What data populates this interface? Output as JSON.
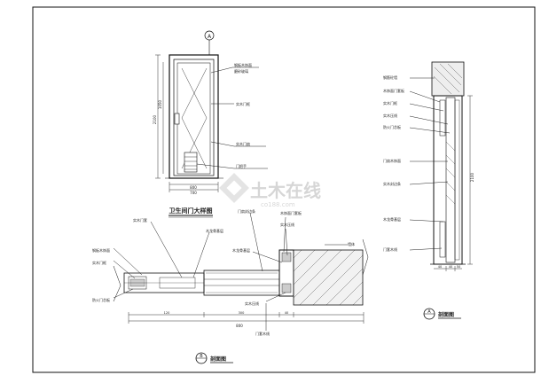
{
  "door_title": "卫生间门大样图",
  "section_a_title": "剖面图",
  "section_b_title": "剖面图",
  "marker_a": "A",
  "marker_b": "B",
  "door_marker": "A",
  "watermark_cn": "土木在线",
  "watermark_en": "co188.com",
  "door_dims": [
    "800",
    "2100",
    "1050",
    "700"
  ],
  "door_notes": [
    "磨砂玻璃",
    "钢板木饰面",
    "实木门框",
    "实木门扇",
    "门把手"
  ],
  "right_notes": [
    "钢筋砼墙",
    "木饰面门套板",
    "实木门框",
    "实木压线",
    "防火门芯板",
    "门扇木饰面",
    "实木封边条",
    "木龙骨基层",
    "门套木线"
  ],
  "right_dims": [
    "2100",
    "40",
    "40",
    "50"
  ],
  "bottom_notes_left": [
    "钢板木饰面",
    "实木门框",
    "防火门芯板"
  ],
  "bottom_notes_mid": [
    "实木门套",
    "木龙骨基层",
    "门扇封边条"
  ],
  "bottom_notes_right": [
    "木饰面门套板",
    "实木压线",
    "木龙骨基层",
    "墙体"
  ],
  "bottom_notes_low": [
    "实木压线",
    "门套木线"
  ],
  "bottom_dims": [
    "800",
    "120",
    "300",
    "40"
  ]
}
